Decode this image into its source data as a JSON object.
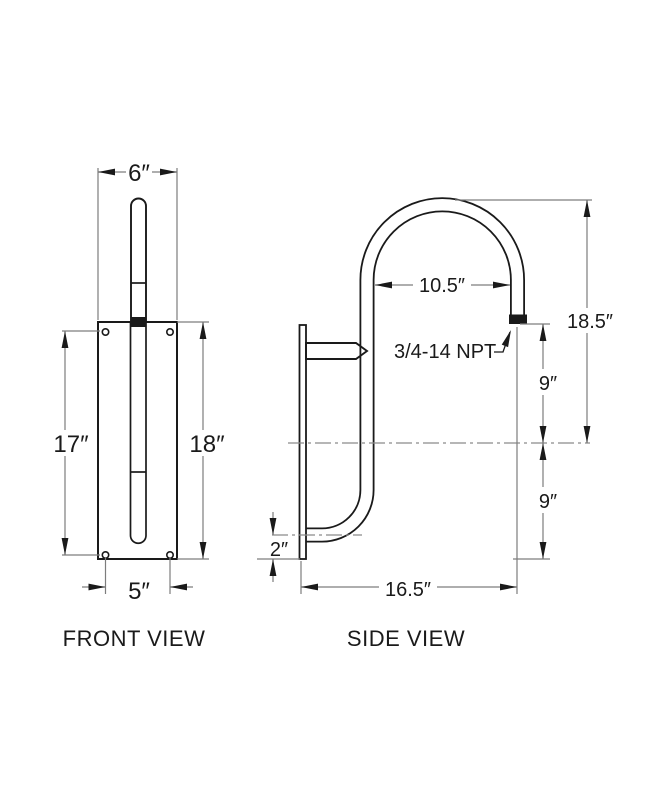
{
  "drawing_type": "technical-orthographic-views",
  "front_view": {
    "label": "FRONT VIEW",
    "dimensions": {
      "plate_width": "6″",
      "hole_spacing_vertical": "17″",
      "plate_height": "18″",
      "hole_spacing_horizontal": "5″"
    }
  },
  "side_view": {
    "label": "SIDE VIEW",
    "fitting": "3/4-14 NPT",
    "dimensions": {
      "arch_inside_width": "10.5″",
      "spout_top_above_center": "18.5″",
      "outlet_above_center": "9″",
      "center_to_bottom": "9″",
      "bottom_offset": "2″",
      "reach": "16.5″"
    }
  },
  "colors": {
    "object_line": "#1a1a1a",
    "dimension_line": "#7d7d7d",
    "centerline": "#8a8a8a",
    "text": "#1a1a1a",
    "background": "#ffffff"
  }
}
